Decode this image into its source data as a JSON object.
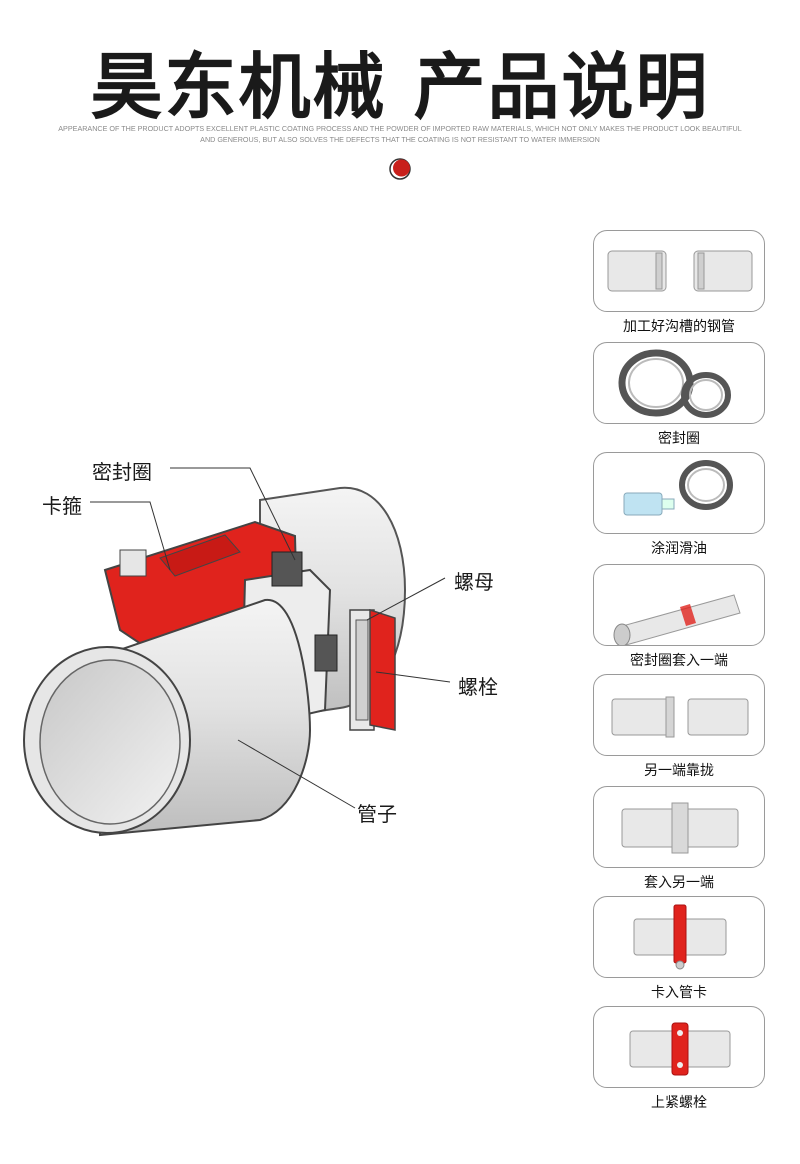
{
  "header": {
    "title": "昊东机械 产品说明",
    "subtitle_line1": "APPEARANCE OF THE PRODUCT ADOPTS EXCELLENT PLASTIC COATING PROCESS AND THE POWDER OF IMPORTED RAW MATERIALS, WHICH NOT ONLY MAKES THE PRODUCT LOOK BEAUTIFUL",
    "subtitle_line2": "AND GENEROUS, BUT ALSO SOLVES THE DEFECTS THAT THE COATING IS NOT RESISTANT TO WATER IMMERSION"
  },
  "diagram": {
    "labels": {
      "seal_ring": "密封圈",
      "clamp": "卡箍",
      "nut": "螺母",
      "bolt": "螺栓",
      "pipe": "管子"
    }
  },
  "steps": [
    {
      "label": "加工好沟槽的钢管"
    },
    {
      "label": "密封圈"
    },
    {
      "label": "涂润滑油"
    },
    {
      "label": "密封圈套入一端"
    },
    {
      "label": "另一端靠拢"
    },
    {
      "label": "套入另一端"
    },
    {
      "label": "卡入管卡"
    },
    {
      "label": "上紧螺栓"
    }
  ],
  "colors": {
    "accent_red": "#e0231d",
    "pipe_grey": "#d9d9d9",
    "border_grey": "#9a9a9a"
  }
}
